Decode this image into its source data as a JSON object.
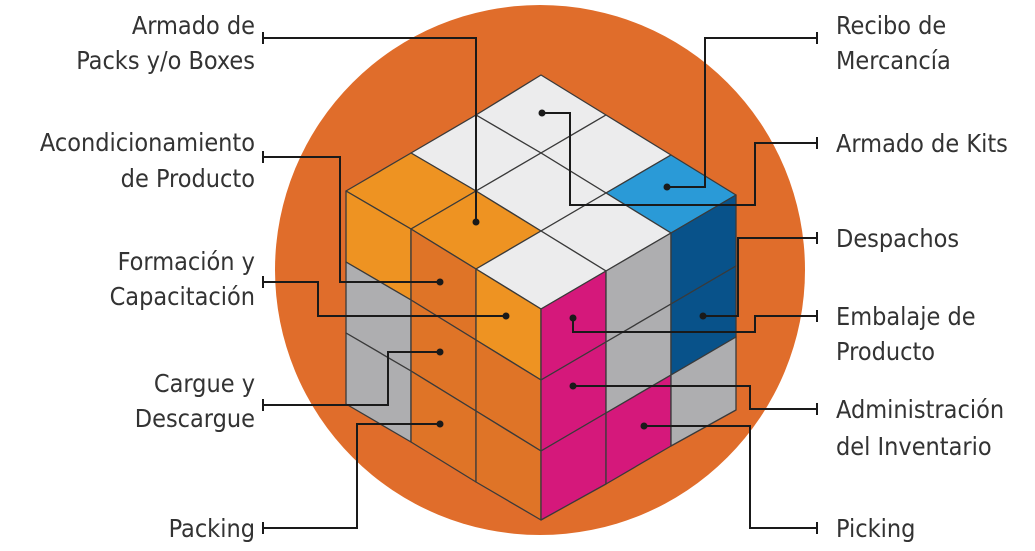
{
  "colors": {
    "circle": "#e06d2b",
    "white_face": "#ececed",
    "orange_sticker": "#ee9322",
    "dark_orange_sticker": "#df7427",
    "gray_sticker": "#aeaeb0",
    "magenta_sticker": "#d5187b",
    "dark_blue_sticker": "#08528a",
    "light_blue_sticker": "#2a9ad7",
    "outline": "#3a3a3a",
    "text": "#333333"
  },
  "labels": {
    "left": [
      {
        "lines": [
          "Armado de",
          "Packs y/o Boxes"
        ]
      },
      {
        "lines": [
          "Acondicionamiento",
          "de Producto"
        ]
      },
      {
        "lines": [
          "Formación y",
          "Capacitación"
        ]
      },
      {
        "lines": [
          "Cargue y",
          "Descargue"
        ]
      },
      {
        "lines": [
          "Packing"
        ]
      }
    ],
    "right": [
      {
        "lines": [
          "Recibo de",
          "Mercancía"
        ]
      },
      {
        "lines": [
          "Armado de Kits"
        ]
      },
      {
        "lines": [
          "Despachos"
        ]
      },
      {
        "lines": [
          "Embalaje de",
          "Producto"
        ]
      },
      {
        "lines": [
          "Administración",
          "del Inventario"
        ]
      },
      {
        "lines": [
          "Picking"
        ]
      }
    ]
  }
}
